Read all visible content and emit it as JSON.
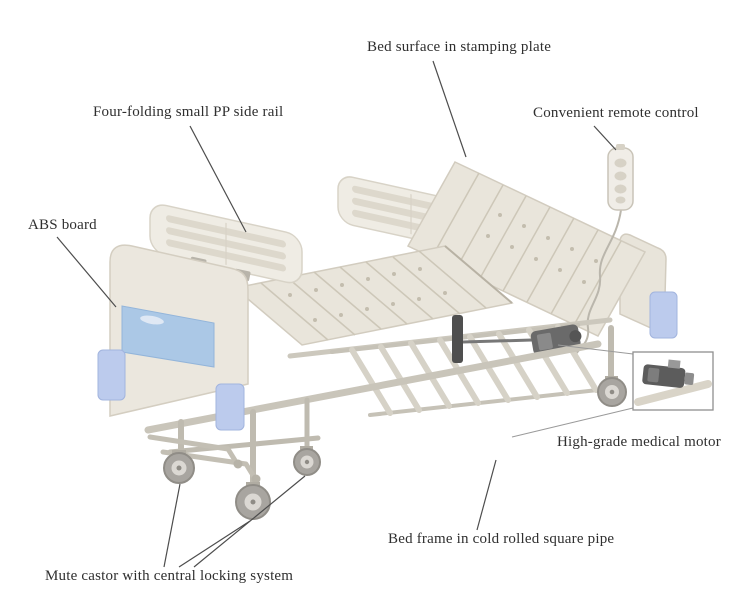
{
  "page": {
    "background_color": "#ffffff",
    "label_text_color": "#2f2f2f",
    "leader_line_color": "#4d4d4d"
  },
  "diagram": {
    "subject": "electric hospital bed with annotated parts",
    "labels": {
      "bed_surface": "Bed surface in stamping plate",
      "side_rail": "Four-folding small PP side rail",
      "remote_control": "Convenient remote control",
      "abs_board": "ABS board",
      "medical_motor": "High-grade medical motor",
      "bed_frame": "Bed frame in cold rolled square pipe",
      "castor": "Mute castor with central locking system"
    },
    "colors": {
      "board_cream": "#ebe7de",
      "panel_blue": "#abc8e6",
      "caster_housing_blue": "#bccbed",
      "frame_gray": "#c9c5ba",
      "wheel_gray": "#a8a5a0",
      "motor_dark_gray": "#5c5c5c"
    }
  }
}
